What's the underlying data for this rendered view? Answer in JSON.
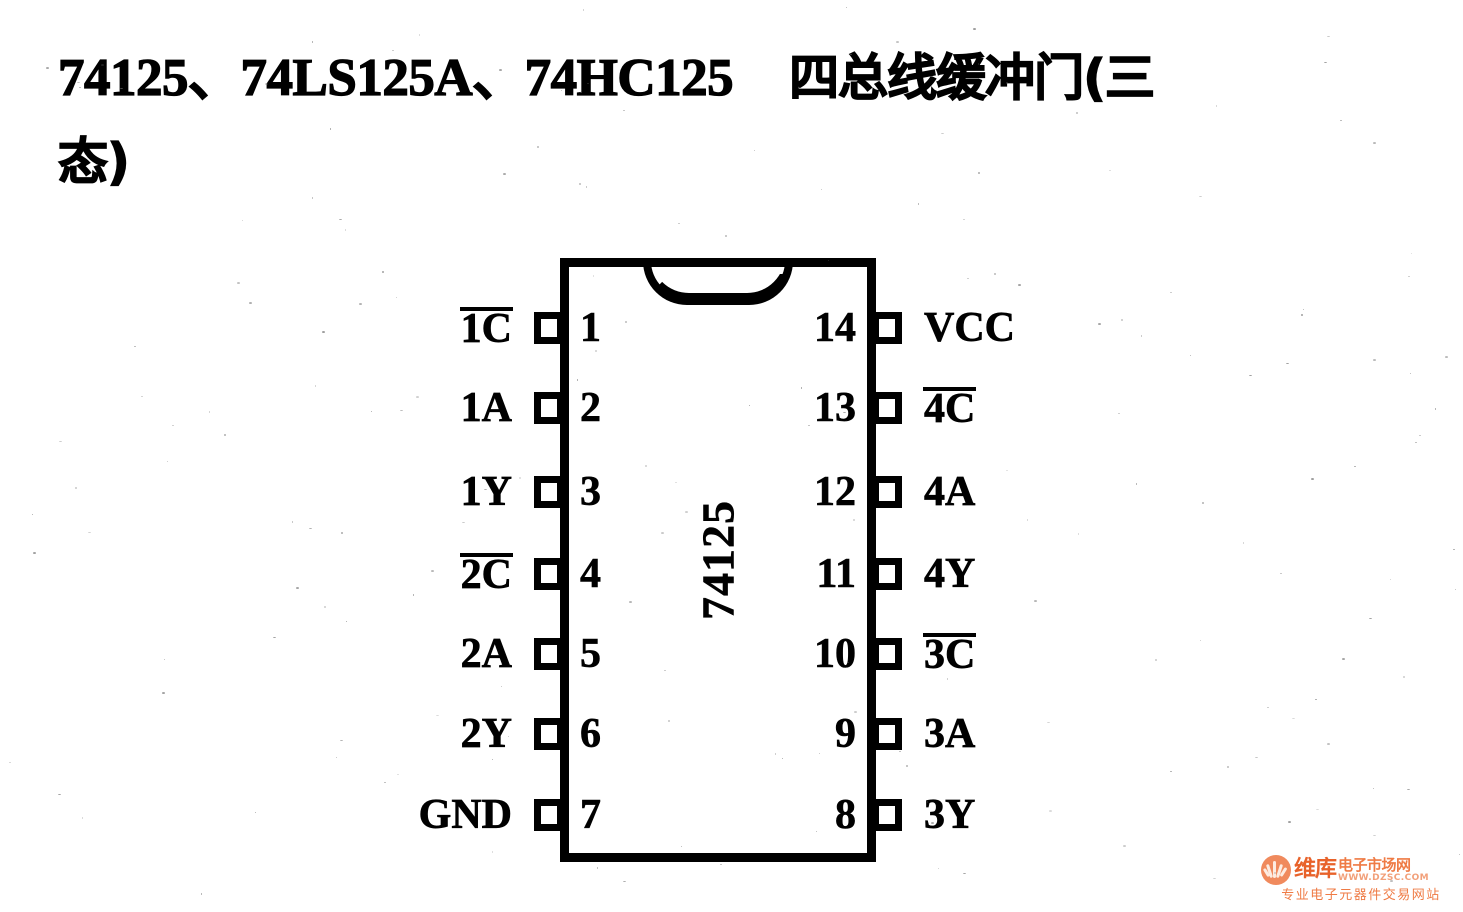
{
  "title": {
    "line1_part_numbers": "74125、74LS125A、74HC125",
    "line1_description": "四总线缓冲门(三",
    "line2": "态)"
  },
  "chip": {
    "center_label": "74125",
    "package_pin_count": 14,
    "left_pins": [
      {
        "number": "1",
        "name": "1C",
        "overline": true
      },
      {
        "number": "2",
        "name": "1A",
        "overline": false
      },
      {
        "number": "3",
        "name": "1Y",
        "overline": false
      },
      {
        "number": "4",
        "name": "2C",
        "overline": true
      },
      {
        "number": "5",
        "name": "2A",
        "overline": false
      },
      {
        "number": "6",
        "name": "2Y",
        "overline": false
      },
      {
        "number": "7",
        "name": "GND",
        "overline": false
      }
    ],
    "right_pins": [
      {
        "number": "14",
        "name": "VCC",
        "overline": false
      },
      {
        "number": "13",
        "name": "4C",
        "overline": true
      },
      {
        "number": "12",
        "name": "4A",
        "overline": false
      },
      {
        "number": "11",
        "name": "4Y",
        "overline": false
      },
      {
        "number": "10",
        "name": "3C",
        "overline": true
      },
      {
        "number": "9",
        "name": "3A",
        "overline": false
      },
      {
        "number": "8",
        "name": "3Y",
        "overline": false
      }
    ]
  },
  "watermark": {
    "brand": "维库",
    "sub_cn": "电子市场网",
    "url": "WWW.DZSC.COM",
    "tagline": "专业电子元器件交易网站",
    "accent_color": "#e8622a"
  },
  "colors": {
    "ink": "#000000",
    "paper": "#ffffff"
  }
}
